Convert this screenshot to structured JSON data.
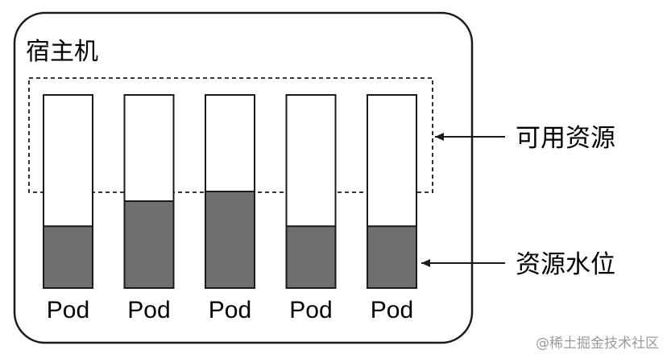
{
  "host": {
    "title": "宿主机"
  },
  "labels": {
    "available_resources": "可用资源",
    "resource_watermark": "资源水位"
  },
  "pods": [
    {
      "label": "Pod",
      "watermark_fraction": 0.32
    },
    {
      "label": "Pod",
      "watermark_fraction": 0.45
    },
    {
      "label": "Pod",
      "watermark_fraction": 0.5
    },
    {
      "label": "Pod",
      "watermark_fraction": 0.32
    },
    {
      "label": "Pod",
      "watermark_fraction": 0.32
    }
  ],
  "watermark": {
    "text": "@稀土掘金技术社区"
  },
  "colors": {
    "fill": "#6f6f6f",
    "outline": "#1a1a1a",
    "background": "#ffffff"
  }
}
